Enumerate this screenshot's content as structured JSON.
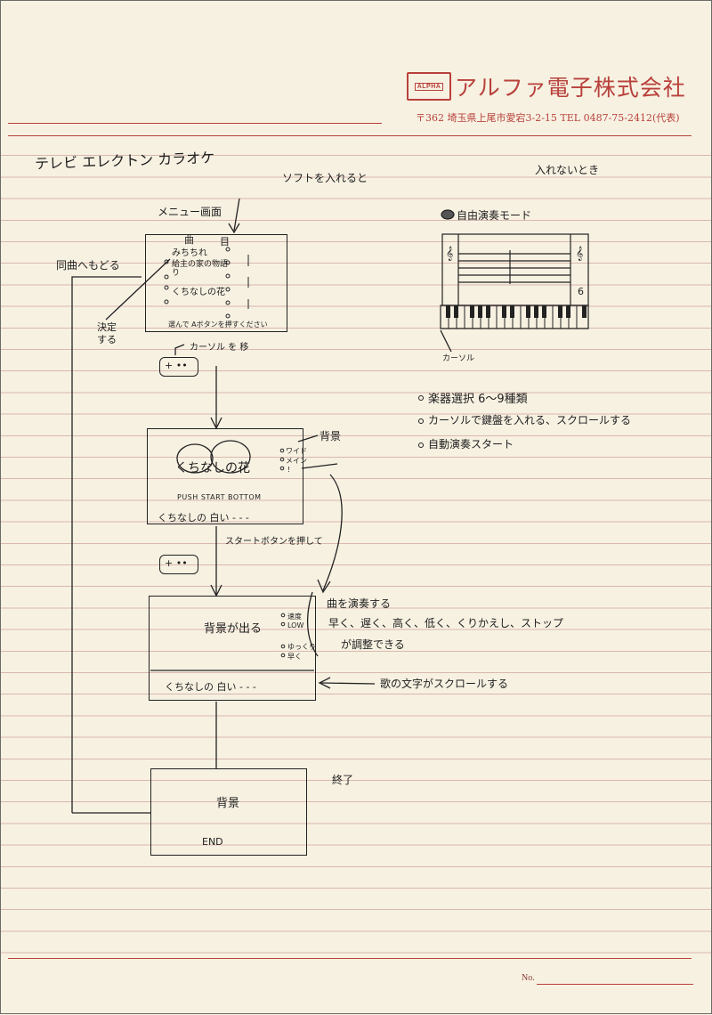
{
  "letterhead": {
    "logo_text": "ALPHA",
    "company_name": "アルファ電子株式会社",
    "address": "〒362 埼玉県上尾市愛宕3-2-15 TEL 0487-75-2412(代表)",
    "no_label": "No."
  },
  "colors": {
    "letterhead_red": "#b8413b",
    "ink": "#1e1e1e",
    "paper": "#f7f1e2",
    "ruled_line": "#d9b8ad"
  },
  "title": "テレビ エレクトン カラオケ",
  "flow": {
    "soft_insert_note": "ソフトを入れると",
    "menu_screen_label": "メニュー画面",
    "return_note": "同曲へもどる",
    "decide_note": "決定する",
    "menu_box": {
      "header": "曲",
      "items": [
        "みちちれ",
        "給主の家の物語り",
        "くちなしの花"
      ],
      "footer": "選んで Aボタンを押すください"
    },
    "cursor_move_note": "カーソル を 移",
    "controller_1": "+ ••",
    "song_box": {
      "title": "くちなしの花",
      "options": [
        "ワイド",
        "メイン",
        "!"
      ],
      "push_text": "PUSH START BOTTOM",
      "scroll_text": "くちなしの 白い - - -"
    },
    "bg_label_1": "背景",
    "start_note": "スタートボタンを押して",
    "controller_2": "+ ••",
    "play_box": {
      "bg_text": "背景が出る",
      "right_top": [
        "速度",
        "LOW"
      ],
      "right_bottom": [
        "ゆっくり",
        "早く"
      ],
      "scroll_text": "くちなしの 白い - - -"
    },
    "play_note_line1": "曲を演奏する",
    "play_note_line2": "早く、遅く、高く、低く、くりかえし、ストップ",
    "play_note_line3": "が調整できる",
    "scroll_note": "歌の文字がスクロールする",
    "end_box": {
      "bg_text": "背景",
      "end_text": "END"
    },
    "end_note": "終了"
  },
  "side": {
    "no_insert_note": "入れないとき",
    "mode_label": "自由演奏モード",
    "cursor_label": "カーソル",
    "staff_numbers": [
      "6"
    ],
    "bullets": [
      "楽器選択 6～9種類",
      "カーソルで鍵盤を入れる、スクロールする",
      "自動演奏スタート"
    ]
  }
}
